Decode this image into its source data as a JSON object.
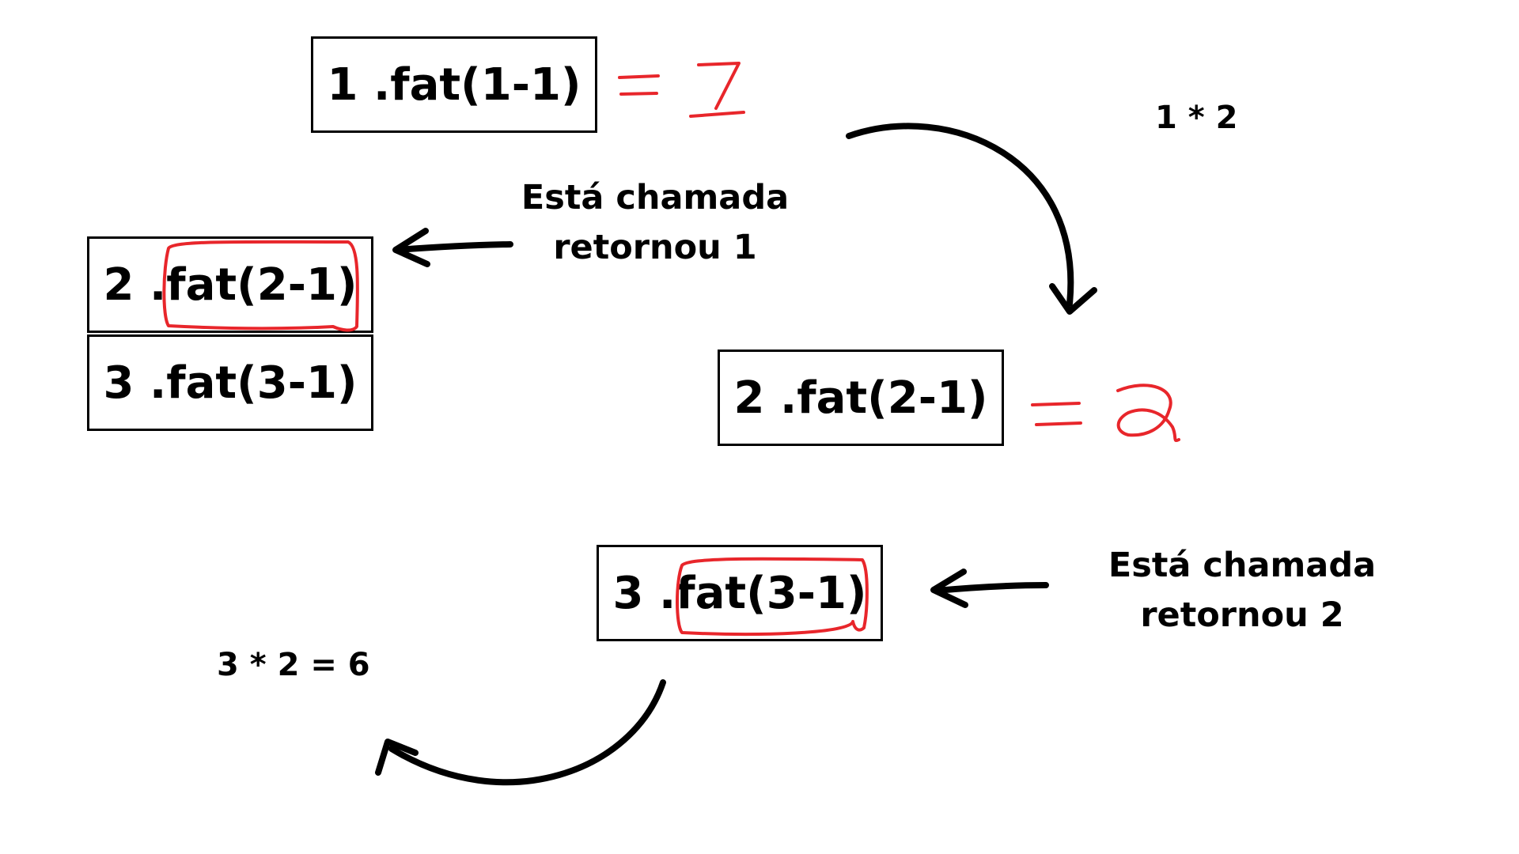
{
  "boxes": {
    "top": {
      "prefix": "1 . ",
      "call": "fat(1-1)"
    },
    "stack_top": {
      "prefix": "2 . ",
      "call": "fat(2-1)"
    },
    "stack_bottom": {
      "prefix": "3 . ",
      "call": "fat(3-1)"
    },
    "middle": {
      "prefix": "2 . ",
      "call": "fat(2-1)"
    },
    "bottom": {
      "prefix": "3 . ",
      "call": "fat(3-1)"
    }
  },
  "notes": {
    "first": {
      "line1": "Está chamada",
      "line2": "retornou 1"
    },
    "second": {
      "line1": "Está chamada",
      "line2": "retornou 2"
    }
  },
  "labels": {
    "calc_top": "1 * 2",
    "calc_bottom": "3 * 2 = 6"
  },
  "handwritten": {
    "result_top": "= 1",
    "result_middle": "= 2"
  },
  "colors": {
    "ink": "#000000",
    "annotation": "#e8262b",
    "background": "#ffffff"
  }
}
